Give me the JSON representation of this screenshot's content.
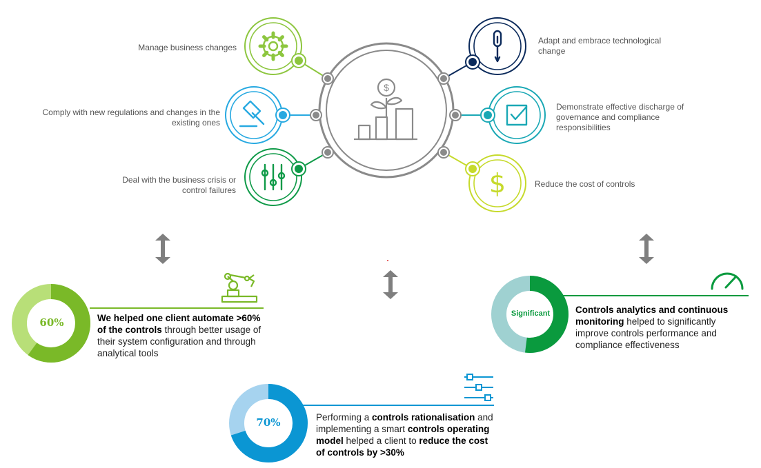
{
  "left_items": [
    {
      "label": "Manage business changes",
      "icon": "gear-icon",
      "color": "#8dc63f"
    },
    {
      "label": "Comply with new regulations and changes in the existing ones",
      "icon": "gavel-icon",
      "color": "#27a9e1"
    },
    {
      "label": "Deal with the business crisis or control failures",
      "icon": "sliders-icon",
      "color": "#0f9a48"
    }
  ],
  "right_items": [
    {
      "label": "Adapt and embrace technological change",
      "icon": "screwdriver-icon",
      "color": "#0b2a5b"
    },
    {
      "label": "Demonstrate effective discharge of governance and compliance responsibilities",
      "icon": "checkbox-icon",
      "color": "#1aa8b5"
    },
    {
      "label": "Reduce the cost of controls",
      "icon": "dollar-icon",
      "color": "#c6da2c"
    }
  ],
  "center_icon": "growth-chart-icon",
  "cases": [
    {
      "id": "automation",
      "value_label": "60%",
      "value": 60,
      "icon": "robot-arm-icon",
      "colors": {
        "main": "#7ab928",
        "light": "#b8df78",
        "text": "#7ab928"
      },
      "text": [
        {
          "t": "We helped one client automate >60% of the controls",
          "b": true
        },
        {
          "t": " through better usage of their system configuration and through analytical tools",
          "b": false
        }
      ]
    },
    {
      "id": "analytics",
      "value_label": "Significant",
      "icon": "speedometer-icon",
      "colors": {
        "main": "#0a9a3e",
        "light": "#9fd1d1",
        "text": "#0a9a3e"
      },
      "text": [
        {
          "t": "Controls analytics and continuous monitoring",
          "b": true
        },
        {
          "t": " helped to significantly improve controls performance and compliance effectiveness",
          "b": false
        }
      ]
    },
    {
      "id": "rationalisation",
      "value_label": "70%",
      "value": 70,
      "icon": "settings-sliders-icon",
      "colors": {
        "main": "#0b96d3",
        "light": "#a6d3ef",
        "text": "#0b96d3"
      },
      "text": [
        {
          "t": "Performing a ",
          "b": false
        },
        {
          "t": "controls rationalisation",
          "b": true
        },
        {
          "t": " and implementing a smart ",
          "b": false
        },
        {
          "t": "controls operating model",
          "b": true
        },
        {
          "t": " helped a client to ",
          "b": false
        },
        {
          "t": "reduce the cost of controls by >30%",
          "b": true
        }
      ]
    }
  ],
  "arrow_icon": "double-arrow-icon",
  "colors": {
    "ring": "#8a8a8a",
    "arrow": "#7f7f7f"
  }
}
